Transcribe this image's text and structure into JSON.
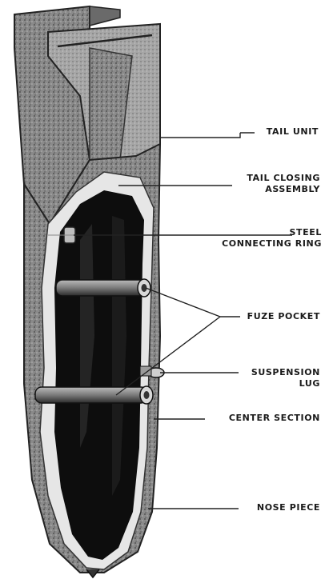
{
  "diagram": {
    "labels": {
      "tail_unit": "TAIL UNIT",
      "tail_closing": [
        "TAIL CLOSING",
        "ASSEMBLY"
      ],
      "steel_ring": [
        "STEEL",
        "CONNECTING RING"
      ],
      "fuze_pocket": "FUZE POCKET",
      "suspension_lug": [
        "SUSPENSION",
        "LUG"
      ],
      "center_section": "CENTER SECTION",
      "nose_piece": "NOSE PIECE"
    }
  }
}
